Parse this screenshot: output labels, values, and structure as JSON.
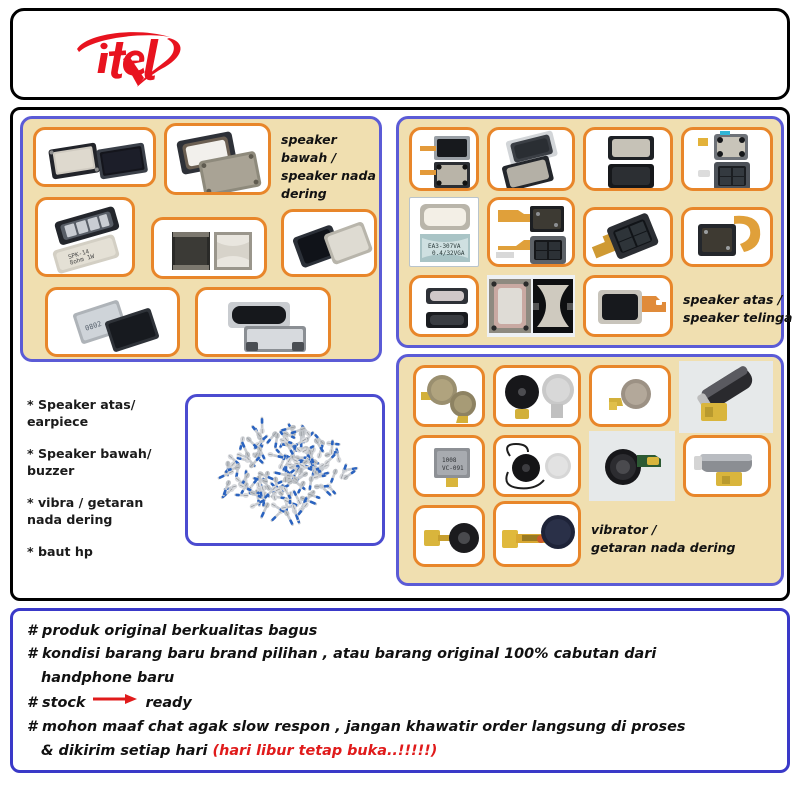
{
  "header": {
    "brand": "itel",
    "logo_color": "#e8131f"
  },
  "colors": {
    "panel_border": "#5b5bd6",
    "panel_fill": "#f0dfb0",
    "cell_border": "#e8862a",
    "frame_border": "#000000",
    "notes_border": "#3a39c8",
    "accent_red": "#e01b1b"
  },
  "panels": {
    "speaker_bawah": {
      "caption": "speaker bawah /\nspeaker nada\ndering",
      "cell_count": 7
    },
    "speaker_atas": {
      "caption": "speaker atas /\nspeaker telinga",
      "cell_count": 11
    },
    "vibrator": {
      "caption": "vibrator /\ngetaran nada dering",
      "cell_count": 10
    }
  },
  "bullets": [
    "* Speaker atas/\n   earpiece",
    "* Speaker bawah/\n   buzzer",
    "* vibra / getaran\n   nada dering",
    "* baut hp"
  ],
  "notes": {
    "line1": "# produk original berkualitas bagus",
    "line2": "# kondisi barang baru brand pilihan , atau barang original 100% cabutan dari",
    "line3": "handphone baru",
    "line4_a": "# stock",
    "line4_b": "ready",
    "line5": "# mohon maaf chat agak slow respon , jangan khawatir order langsung di proses",
    "line6_a": "& dikirim setiap hari",
    "line6_b": "(hari libur tetap buka..!!!!!)"
  }
}
